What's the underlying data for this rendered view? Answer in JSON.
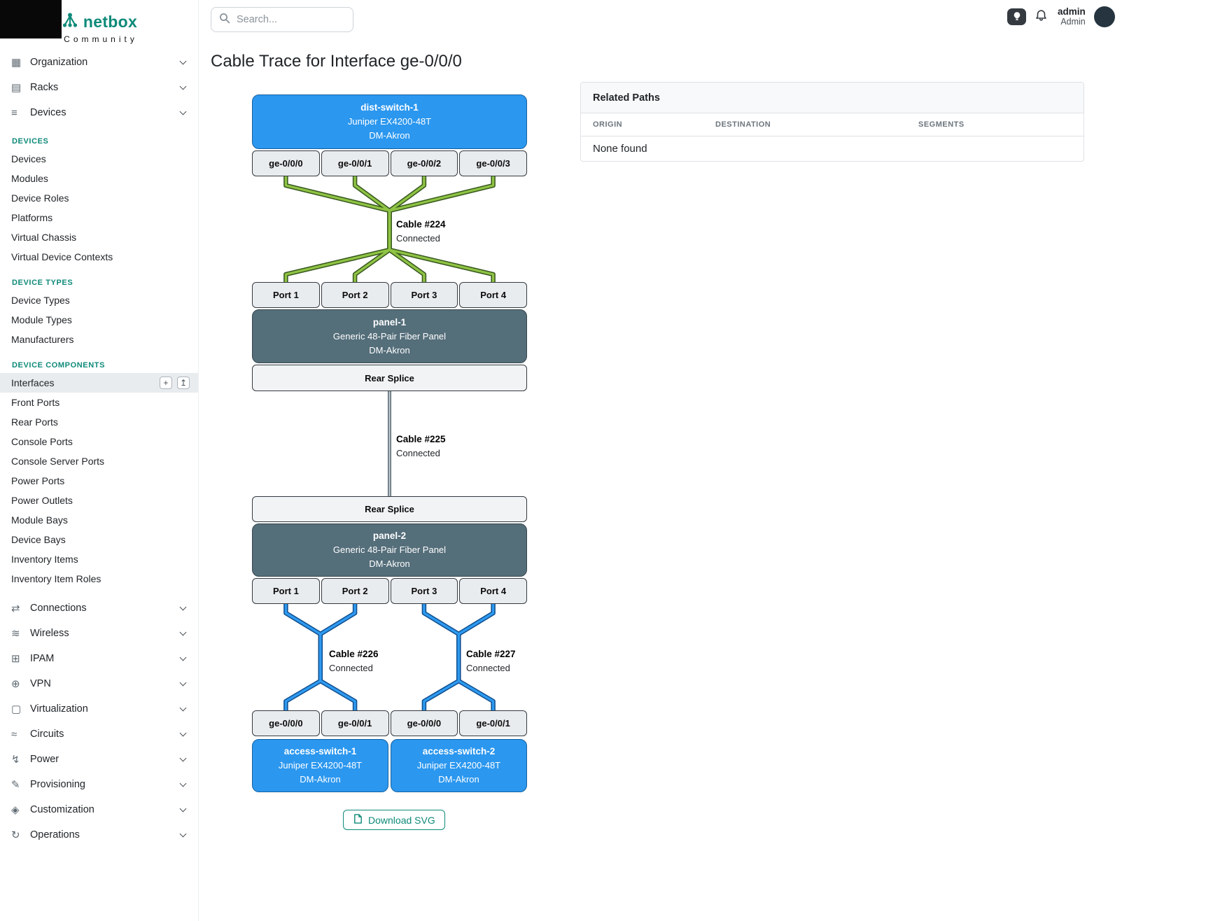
{
  "brand": {
    "name": "netbox",
    "subtitle": "Community"
  },
  "topbar": {
    "search_placeholder": "Search...",
    "user_name": "admin",
    "user_role": "Admin"
  },
  "sidebar": {
    "top_items": [
      {
        "label": "Organization",
        "glyph": "▦"
      },
      {
        "label": "Racks",
        "glyph": "▤"
      },
      {
        "label": "Devices",
        "glyph": "≡"
      }
    ],
    "sections": [
      {
        "header": "DEVICES",
        "items": [
          "Devices",
          "Modules",
          "Device Roles",
          "Platforms",
          "Virtual Chassis",
          "Virtual Device Contexts"
        ]
      },
      {
        "header": "DEVICE TYPES",
        "items": [
          "Device Types",
          "Module Types",
          "Manufacturers"
        ]
      },
      {
        "header": "DEVICE COMPONENTS",
        "items": [
          "Interfaces",
          "Front Ports",
          "Rear Ports",
          "Console Ports",
          "Console Server Ports",
          "Power Ports",
          "Power Outlets",
          "Module Bays",
          "Device Bays",
          "Inventory Items",
          "Inventory Item Roles"
        ]
      }
    ],
    "active_item": "Interfaces",
    "active_actions": {
      "add": "+",
      "import": "↥"
    },
    "bottom_items": [
      {
        "label": "Connections",
        "glyph": "⇄"
      },
      {
        "label": "Wireless",
        "glyph": "≋"
      },
      {
        "label": "IPAM",
        "glyph": "⊞"
      },
      {
        "label": "VPN",
        "glyph": "⊕"
      },
      {
        "label": "Virtualization",
        "glyph": "▢"
      },
      {
        "label": "Circuits",
        "glyph": "≈"
      },
      {
        "label": "Power",
        "glyph": "↯"
      },
      {
        "label": "Provisioning",
        "glyph": "✎"
      },
      {
        "label": "Customization",
        "glyph": "◈"
      },
      {
        "label": "Operations",
        "glyph": "↻"
      }
    ]
  },
  "page": {
    "title": "Cable Trace for Interface ge-0/0/0"
  },
  "related_paths": {
    "title": "Related Paths",
    "columns": [
      "ORIGIN",
      "DESTINATION",
      "SEGMENTS"
    ],
    "empty_text": "None found"
  },
  "trace": {
    "top_device": {
      "name": "dist-switch-1",
      "model": "Juniper EX4200-48T",
      "site": "DM-Akron"
    },
    "top_ports": [
      "ge-0/0/0",
      "ge-0/0/1",
      "ge-0/0/2",
      "ge-0/0/3"
    ],
    "cables": [
      {
        "name": "Cable #224",
        "status": "Connected"
      },
      {
        "name": "Cable #225",
        "status": "Connected"
      },
      {
        "name": "Cable #226",
        "status": "Connected"
      },
      {
        "name": "Cable #227",
        "status": "Connected"
      }
    ],
    "panel1": {
      "name": "panel-1",
      "model": "Generic 48-Pair Fiber Panel",
      "site": "DM-Akron"
    },
    "panel1_front_ports": [
      "Port 1",
      "Port 2",
      "Port 3",
      "Port 4"
    ],
    "panel1_rear": "Rear Splice",
    "panel2_rear": "Rear Splice",
    "panel2": {
      "name": "panel-2",
      "model": "Generic 48-Pair Fiber Panel",
      "site": "DM-Akron"
    },
    "panel2_front_ports": [
      "Port 1",
      "Port 2",
      "Port 3",
      "Port 4"
    ],
    "bottom_ports": [
      "ge-0/0/0",
      "ge-0/0/1",
      "ge-0/0/0",
      "ge-0/0/1"
    ],
    "bottom_devices": [
      {
        "name": "access-switch-1",
        "model": "Juniper EX4200-48T",
        "site": "DM-Akron"
      },
      {
        "name": "access-switch-2",
        "model": "Juniper EX4200-48T",
        "site": "DM-Akron"
      }
    ]
  },
  "actions": {
    "download_svg": "Download SVG"
  },
  "colors": {
    "accent_teal": "#0e8a79",
    "device_blue": "#2b97ef",
    "panel_slate": "#546e7a",
    "cable_green": "#8fc344",
    "cable_blue": "#2e9af0",
    "cable_gray": "#b0bec5"
  }
}
